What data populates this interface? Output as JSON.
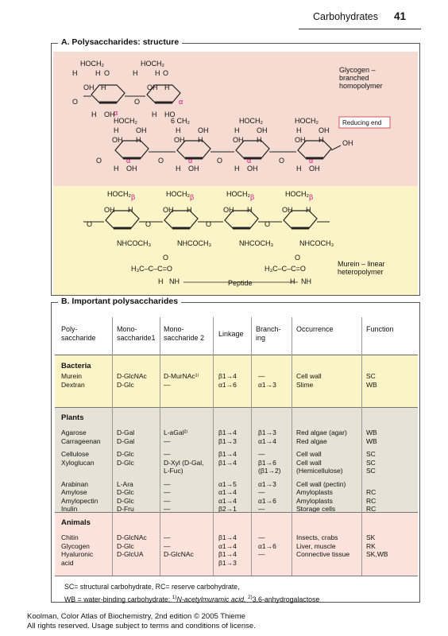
{
  "header": {
    "chapter": "Carbohydrates",
    "page": "41"
  },
  "sectionA": {
    "title": "A. Polysaccharides: structure",
    "glycogen_label": [
      "Glycogen –",
      "branched",
      "homopolymer"
    ],
    "reducing_end": "Reducing end",
    "murein_label": [
      "Murein – linear",
      "heteropolymer"
    ],
    "peptide": "Peptide",
    "groups": {
      "hoch2": "HOCH₂",
      "ch2": "6 CH₂",
      "hoch2b": "HOCH₂",
      "alpha": "α",
      "beta": "β",
      "nhcoch3": "NHCOCH₃",
      "h3c": "H₃C–C–C=O",
      "nh": "NH",
      "h": "H",
      "oh": "OH",
      "o": "O",
      "ho": "HO"
    },
    "colors": {
      "pink_bg": "#f6dbd3",
      "yellow_bg": "#fbf4c6",
      "magenta": "#d4137f"
    }
  },
  "sectionB": {
    "title": "B. Important polysaccharides",
    "headers": {
      "poly": [
        "Poly-",
        "saccharide"
      ],
      "mono1": [
        "Mono-",
        "saccharide1"
      ],
      "mono2": [
        "Mono-",
        "saccharide 2"
      ],
      "linkage": "Linkage",
      "branching": [
        "Branch-",
        "ing"
      ],
      "occurrence": "Occurrence",
      "function": "Function"
    },
    "bacteria": {
      "name": "Bacteria",
      "rows": [
        {
          "poly": "Murein",
          "mono1": "D-GlcNAc",
          "mono2": "D-MurNAc¹⁾",
          "link": "β1→4",
          "branch": "—",
          "occ": "Cell wall",
          "fn": "SC"
        },
        {
          "poly": "Dextran",
          "mono1": "D-Glc",
          "mono2": "—",
          "link": "α1→6",
          "branch": "α1→3",
          "occ": "Slime",
          "fn": "WB"
        }
      ]
    },
    "plants": {
      "name": "Plants",
      "rows": [
        {
          "poly": "Agarose",
          "mono1": "D-Gal",
          "mono2": "L-aGal²⁾",
          "link": "β1→4",
          "branch": "β1→3",
          "occ": "Red algae (agar)",
          "fn": "WB"
        },
        {
          "poly": "Carrageenan",
          "mono1": "D-Gal",
          "mono2": "—",
          "link": "β1→3",
          "branch": "α1→4",
          "occ": "Red algae",
          "fn": "WB"
        },
        {
          "poly": "Cellulose",
          "mono1": "D-Glc",
          "mono2": "—",
          "link": "β1→4",
          "branch": "—",
          "occ": "Cell wall",
          "fn": "SC"
        },
        {
          "poly": "Xyloglucan",
          "mono1": "D-Glc",
          "mono2": "D-Xyl (D-Gal,",
          "link": "β1→4",
          "branch": "β1→6",
          "occ": "Cell wall",
          "fn": "SC"
        },
        {
          "poly": "",
          "mono1": "",
          "mono2": "L-Fuc)",
          "link": "",
          "branch": "(β1→2)",
          "occ": "(Hemicellulose)",
          "fn": "SC"
        },
        {
          "poly": "Arabinan",
          "mono1": "L-Ara",
          "mono2": "—",
          "link": "α1→5",
          "branch": "α1→3",
          "occ": "Cell wall (pectin)",
          "fn": ""
        },
        {
          "poly": "Amylose",
          "mono1": "D-Glc",
          "mono2": "—",
          "link": "α1→4",
          "branch": "—",
          "occ": "Amyloplasts",
          "fn": "RC"
        },
        {
          "poly": "Amylopectin",
          "mono1": "D-Glc",
          "mono2": "—",
          "link": "α1→4",
          "branch": "α1→6",
          "occ": "Amyloplasts",
          "fn": "RC"
        },
        {
          "poly": "Inulin",
          "mono1": "D-Fru",
          "mono2": "—",
          "link": "β2→1",
          "branch": "—",
          "occ": "Storage cells",
          "fn": "RC"
        }
      ]
    },
    "animals": {
      "name": "Animals",
      "rows": [
        {
          "poly": "Chitin",
          "mono1": "D-GlcNAc",
          "mono2": "—",
          "link": "β1→4",
          "branch": "—",
          "occ": "Insects, crabs",
          "fn": "SK"
        },
        {
          "poly": "Glycogen",
          "mono1": "D-Glc",
          "mono2": "—",
          "link": "α1→4",
          "branch": "α1→6",
          "occ": "Liver, muscle",
          "fn": "RK"
        },
        {
          "poly": "Hyaluronic",
          "mono1": "D-GlcUA",
          "mono2": "D-GlcNAc",
          "link": "β1→4",
          "branch": "—",
          "occ": "Connective tissue",
          "fn": "SK,WB"
        },
        {
          "poly": "acid",
          "mono1": "",
          "mono2": "",
          "link": "β1→3",
          "branch": "",
          "occ": "",
          "fn": ""
        }
      ]
    },
    "footnote_1": "SC= structural carbohydrate, RC= reserve carbohydrate,",
    "footnote_2a": "WB = water-binding  carbohydrate; ",
    "footnote_2b": "1)",
    "footnote_2c": "N-acetylmuramic acid, ",
    "footnote_2d": "2)",
    "footnote_2e": "3,6-anhydrogalactose"
  },
  "credit": [
    "Koolman, Color Atlas of Biochemistry, 2nd edition © 2005 Thieme",
    "All rights reserved. Usage subject to terms and conditions of license."
  ]
}
